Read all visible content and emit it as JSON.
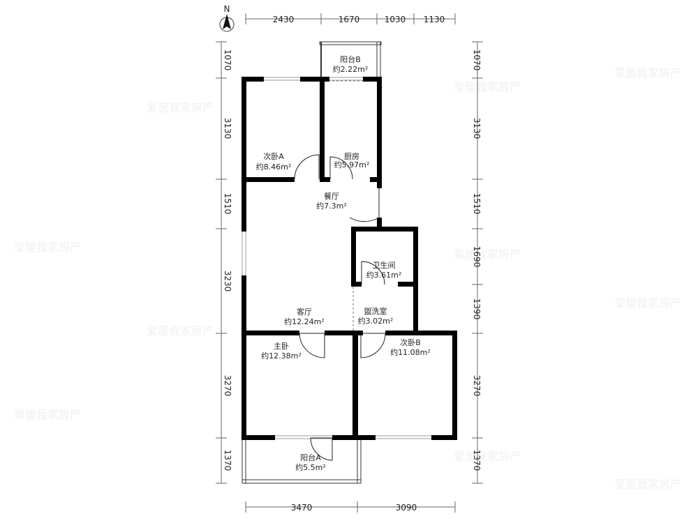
{
  "compass": {
    "label": "N",
    "icon": "north-arrow-icon"
  },
  "watermark": "爱居我家房产",
  "dimensions": {
    "top": [
      "2430",
      "1670",
      "1030",
      "1130"
    ],
    "bottom": [
      "3470",
      "3090"
    ],
    "left": [
      "1070",
      "3130",
      "1510",
      "3230",
      "3270",
      "1370"
    ],
    "right": [
      "1070",
      "3130",
      "1510",
      "1690",
      "1390",
      "3270",
      "1370"
    ]
  },
  "rooms": {
    "balcony_b": {
      "name": "阳台B",
      "area": "约2.22m²"
    },
    "bedroom_a": {
      "name": "次卧A",
      "area": "约8.46m²"
    },
    "kitchen": {
      "name": "厨房",
      "area": "约5.97m²"
    },
    "dining": {
      "name": "餐厅",
      "area": "约7.3m²"
    },
    "bathroom": {
      "name": "卫生间",
      "area": "约3.61m²"
    },
    "washroom": {
      "name": "盥洗室",
      "area": "约3.02m²"
    },
    "living": {
      "name": "客厅",
      "area": "约12.24m²"
    },
    "master": {
      "name": "主卧",
      "area": "约12.38m²"
    },
    "bedroom_b": {
      "name": "次卧B",
      "area": "约11.08m²"
    },
    "balcony_a": {
      "name": "阳台A",
      "area": "约5.5m²"
    }
  }
}
